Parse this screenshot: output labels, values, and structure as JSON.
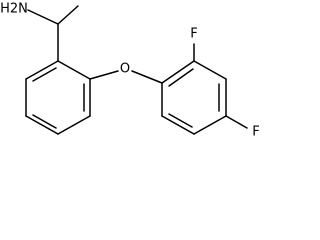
{
  "molecule": {
    "atoms": {
      "amine": "H2N",
      "ether_oxygen": "O",
      "fluorine_ortho": "F",
      "fluorine_para": "F"
    }
  }
}
